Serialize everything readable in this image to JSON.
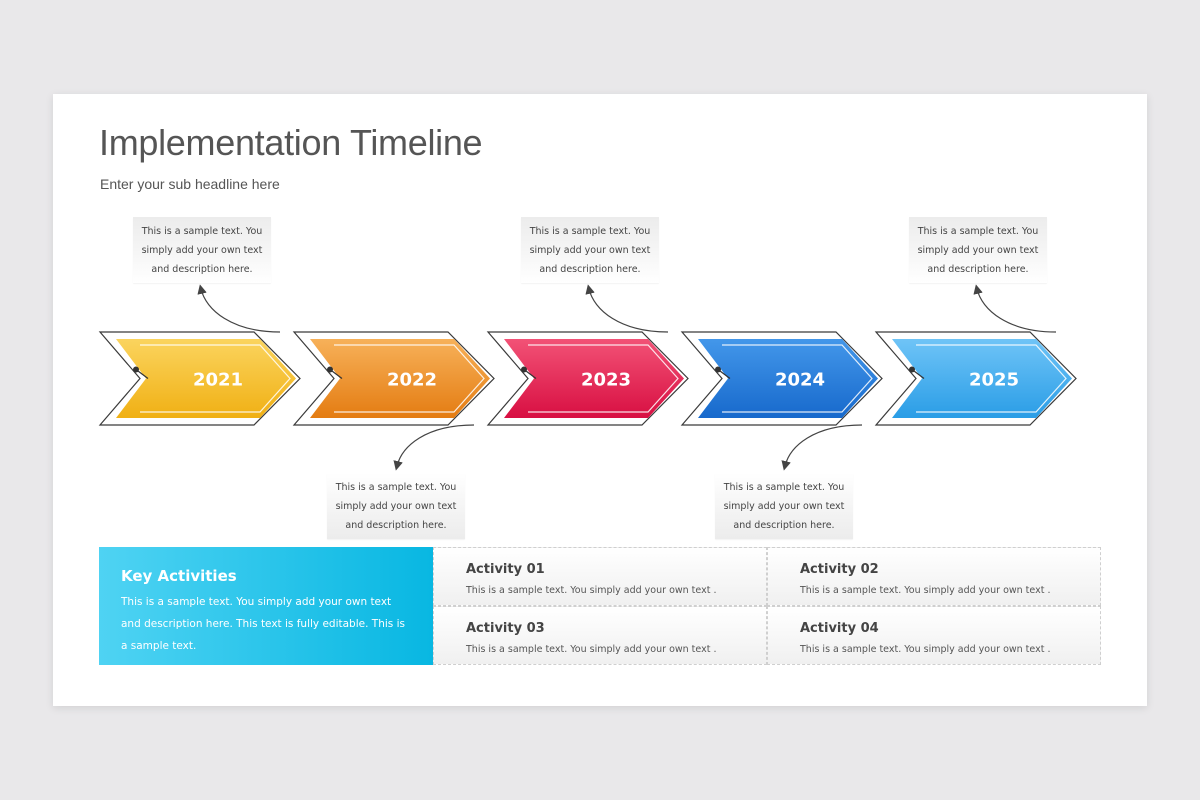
{
  "title": "Implementation Timeline",
  "subtitle": "Enter your sub headline here",
  "colors": {
    "yellow": "#f4b81f",
    "orange": "#e8861a",
    "red": "#e0194a",
    "blue": "#1f74d4",
    "lightblue": "#2c9ee8",
    "key_bg": "#08b7e2"
  },
  "timeline": {
    "steps": [
      {
        "year": "2021",
        "color_top": "#fbd45e",
        "color_bottom": "#f0b014"
      },
      {
        "year": "2022",
        "color_top": "#f7b159",
        "color_bottom": "#e47c12"
      },
      {
        "year": "2023",
        "color_top": "#f25276",
        "color_bottom": "#d80f42"
      },
      {
        "year": "2024",
        "color_top": "#4397ea",
        "color_bottom": "#1769cc"
      },
      {
        "year": "2025",
        "color_top": "#6fc4f7",
        "color_bottom": "#2a9de6"
      }
    ],
    "notes": [
      {
        "text": "This is a sample text. You simply add your own text and description here."
      },
      {
        "text": "This is a sample text. You simply add your own text and description here."
      },
      {
        "text": "This is a sample text. You simply add your own text and description here."
      },
      {
        "text": "This is a sample text. You simply add your own text and description here."
      },
      {
        "text": "This is a sample text. You simply add your own text and description here."
      }
    ]
  },
  "key_activities": {
    "title": "Key Activities",
    "text": "This is a sample text. You simply add your own text and description here. This text is fully editable. This is a sample text."
  },
  "activities": [
    {
      "title": "Activity 01",
      "text": "This is a sample text. You simply add your own text ."
    },
    {
      "title": "Activity 02",
      "text": "This is a sample text. You simply add your own text ."
    },
    {
      "title": "Activity 03",
      "text": "This is a sample text. You simply add your own text ."
    },
    {
      "title": "Activity 04",
      "text": "This is a sample text. You simply add your own text ."
    }
  ]
}
